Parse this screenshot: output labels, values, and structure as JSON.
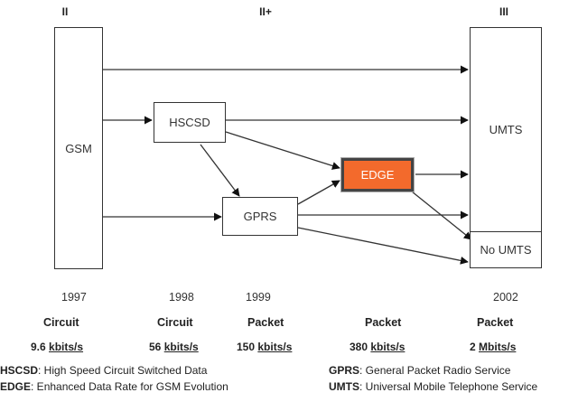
{
  "generations": {
    "g2": "II",
    "g2plus": "II+",
    "g3": "III"
  },
  "nodes": {
    "gsm": "GSM",
    "hscsd": "HSCSD",
    "gprs": "GPRS",
    "edge": "EDGE",
    "umts": "UMTS",
    "no_umts": "No UMTS"
  },
  "colors": {
    "edge_fill": "#f36a2c",
    "line": "#333333"
  },
  "timeline": [
    {
      "year": "1997",
      "type": "Circuit",
      "rate_value": "9.6",
      "rate_unit": "kbits/s"
    },
    {
      "year": "1998",
      "type": "Circuit",
      "rate_value": "56",
      "rate_unit": "kbits/s"
    },
    {
      "year": "1999",
      "type": "Packet",
      "rate_value": "150",
      "rate_unit": "kbits/s"
    },
    {
      "year": "",
      "type": "Packet",
      "rate_value": "380",
      "rate_unit": "kbits/s"
    },
    {
      "year": "2002",
      "type": "Packet",
      "rate_value": "2",
      "rate_unit": "Mbits/s"
    }
  ],
  "legend": {
    "hscsd": {
      "term": "HSCSD",
      "desc": ": High Speed Circuit Switched Data"
    },
    "edge": {
      "term": "EDGE",
      "desc": ": Enhanced Data Rate for GSM Evolution"
    },
    "gprs": {
      "term": "GPRS",
      "desc": ": General Packet Radio Service"
    },
    "umts": {
      "term": "UMTS",
      "desc": ": Universal Mobile Telephone Service"
    }
  }
}
